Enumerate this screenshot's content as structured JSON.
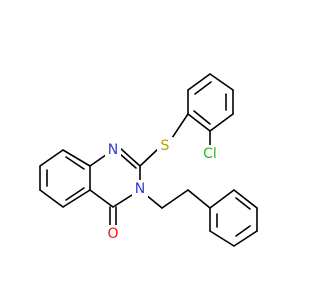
{
  "molecule": {
    "atoms": {
      "n1": {
        "label": "N",
        "color": "#2f3bd1"
      },
      "s": {
        "label": "S",
        "color": "#b8a000"
      },
      "cl": {
        "label": "Cl",
        "color": "#2bb52b"
      },
      "n3": {
        "label": "N",
        "color": "#2f3bd1"
      },
      "o": {
        "label": "O",
        "color": "#ff0d0d"
      }
    },
    "bond_color": "#000000"
  }
}
